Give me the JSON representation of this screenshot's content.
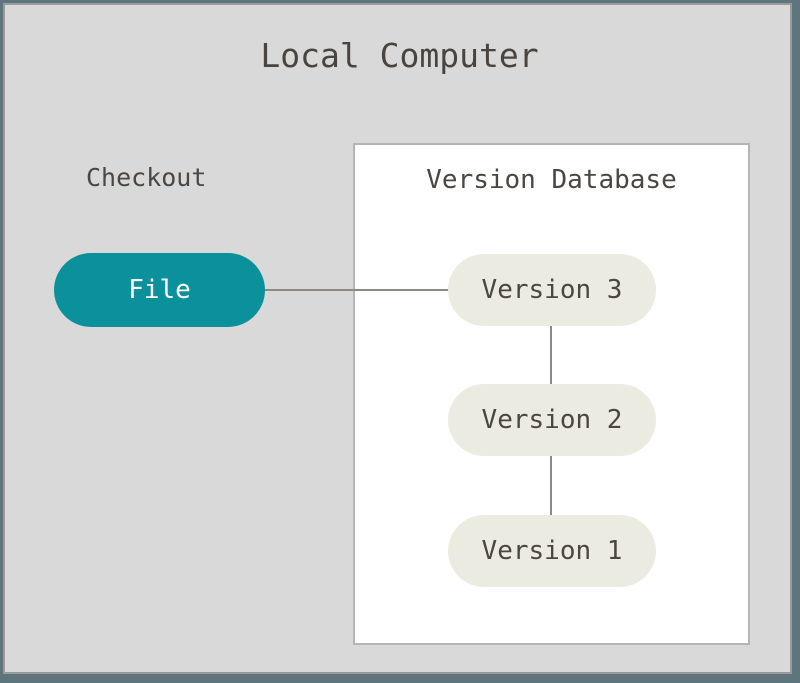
{
  "diagram": {
    "title": "Local Computer",
    "type": "version-control-local-workflow-diagram",
    "labels": {
      "checkout": "Checkout",
      "version_database": "Version Database"
    },
    "nodes": [
      {
        "id": "file",
        "label": "File",
        "shape": "rounded-pill",
        "fill": "#0b919b",
        "text_color": "#ffffff",
        "group": "checkout"
      },
      {
        "id": "version-3",
        "label": "Version 3",
        "shape": "rounded-pill",
        "fill": "#ecebe1",
        "text_color": "#4b4641",
        "group": "version-database"
      },
      {
        "id": "version-2",
        "label": "Version 2",
        "shape": "rounded-pill",
        "fill": "#ecebe1",
        "text_color": "#4b4641",
        "group": "version-database"
      },
      {
        "id": "version-1",
        "label": "Version 1",
        "shape": "rounded-pill",
        "fill": "#ecebe1",
        "text_color": "#4b4641",
        "group": "version-database"
      }
    ],
    "edges": [
      {
        "from": "file",
        "to": "version-3",
        "orientation": "horizontal",
        "color": "#8d8a85"
      },
      {
        "from": "version-3",
        "to": "version-2",
        "orientation": "vertical",
        "color": "#8d8a85"
      },
      {
        "from": "version-2",
        "to": "version-1",
        "orientation": "vertical",
        "color": "#8d8a85"
      }
    ],
    "colors": {
      "outer_background": "#d9d9d9",
      "outer_border": "#9a9a9a",
      "inner_background": "#ffffff",
      "inner_border": "#b4b4b4",
      "accent_teal": "#0b919b",
      "node_beige": "#ecebe1",
      "text": "#4b4641",
      "page_background": "#5f757d"
    }
  }
}
